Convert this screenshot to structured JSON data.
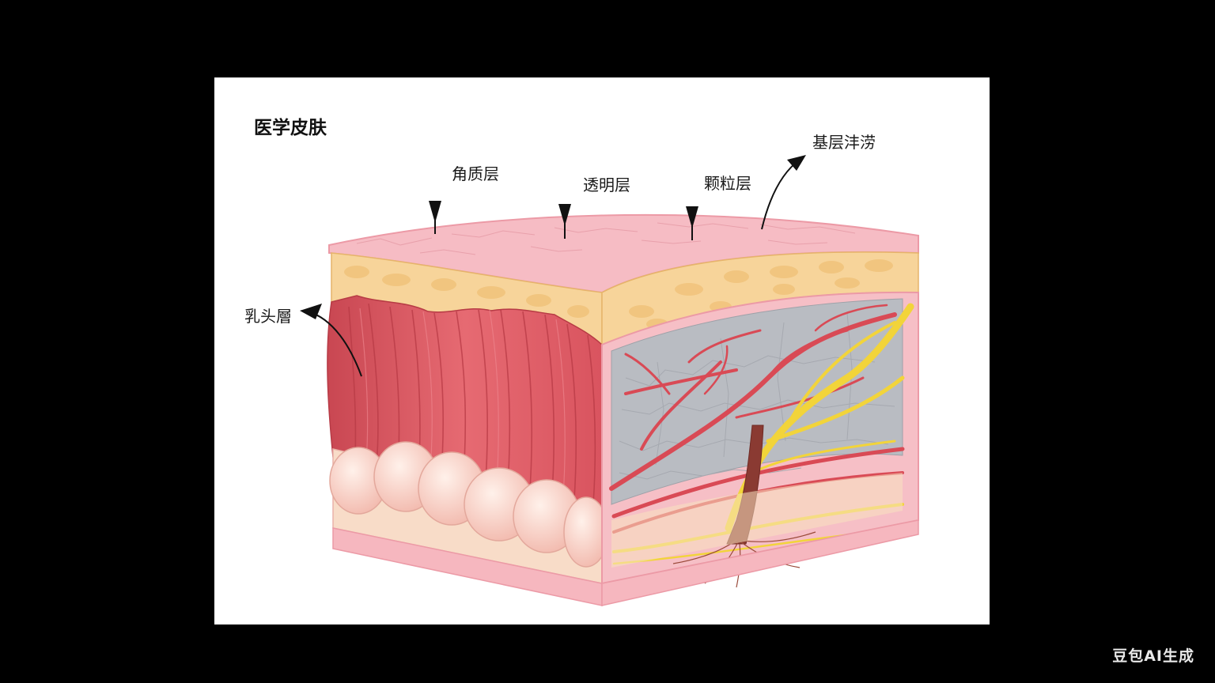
{
  "title": "医学皮肤",
  "labels": {
    "stratum_corneum": "角质层",
    "stratum_lucidum": "透明层",
    "stratum_granulosum": "颗粒层",
    "basal_layer": "基层沣涝",
    "papillary_layer": "乳头層"
  },
  "watermark": "豆包AI生成",
  "colors": {
    "background": "#000000",
    "card": "#ffffff",
    "epidermis": "#f6b8c0",
    "fat_band": "#f7d49a",
    "muscle": "#e0606a",
    "dermis_gray": "#b9bcc2",
    "vessels": "#d94a55",
    "nerves": "#f2d43a",
    "subcutis": "#f8dcc8"
  }
}
